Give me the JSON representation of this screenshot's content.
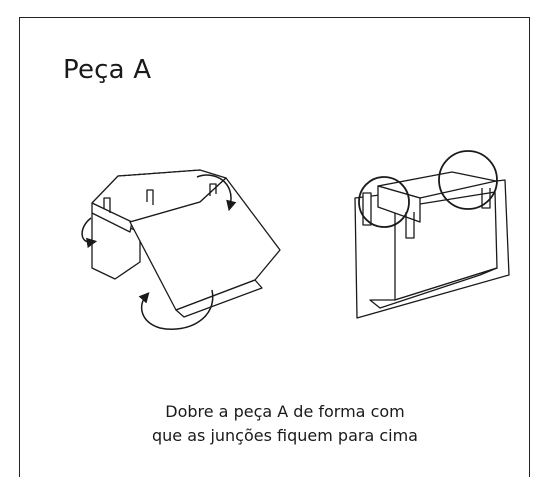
{
  "title": "Peça A",
  "instruction": {
    "line1": "Dobre a peça A de forma com",
    "line2": "que as junções fiquem para cima"
  },
  "figures": {
    "left": {
      "description_icon": "folding-box-rotation-icon"
    },
    "right": {
      "description_icon": "folded-box-joints-icon"
    }
  }
}
